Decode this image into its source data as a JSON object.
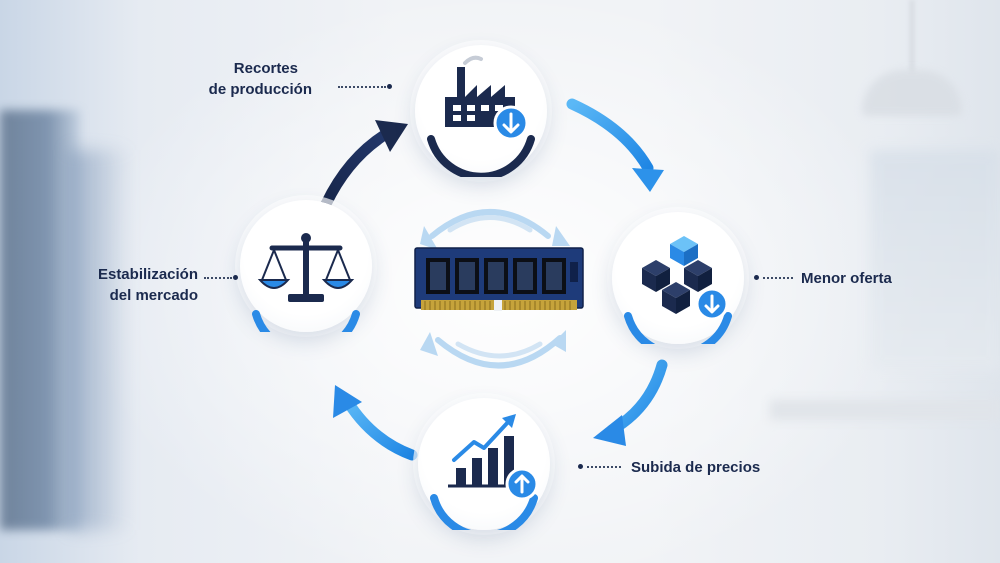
{
  "nodes": {
    "production_cuts": {
      "label_line1": "Recortes",
      "label_line2": "de producción",
      "icon": "factory-down-icon"
    },
    "lower_supply": {
      "label": "Menor oferta",
      "icon": "boxes-down-icon"
    },
    "price_rise": {
      "label": "Subida de precios",
      "icon": "bar-chart-up-icon"
    },
    "market_stabilization": {
      "label_line1": "Estabilización",
      "label_line2": "del mercado",
      "icon": "balance-scale-icon"
    }
  },
  "center": {
    "icon": "ram-module-icon"
  },
  "colors": {
    "navy": "#1b2a4e",
    "blue": "#2a8ae6",
    "light_blue": "#5bb3f5",
    "pale_blue": "#b9d8f2"
  }
}
